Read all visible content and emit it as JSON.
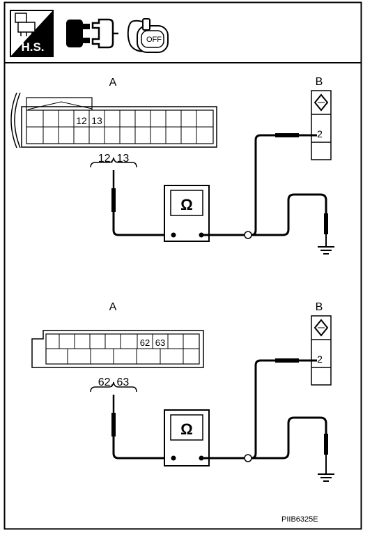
{
  "icons": {
    "hs_badge": "H.S.",
    "connector_icon": "connector-disconnect-icon",
    "ignition_icon": "ignition-off-icon",
    "ignition_text": "OFF"
  },
  "diagram_1": {
    "connector_a_label": "A",
    "connector_b_label": "B",
    "pin_a1": "12",
    "pin_a2": "13",
    "pin_range": "12, 13",
    "pin_b": "2",
    "meter_symbol": "Ω"
  },
  "diagram_2": {
    "connector_a_label": "A",
    "connector_b_label": "B",
    "pin_a1": "62",
    "pin_a2": "63",
    "pin_range": "62, 63",
    "pin_b": "2",
    "meter_symbol": "Ω"
  },
  "figure_code": "PIIB6325E"
}
